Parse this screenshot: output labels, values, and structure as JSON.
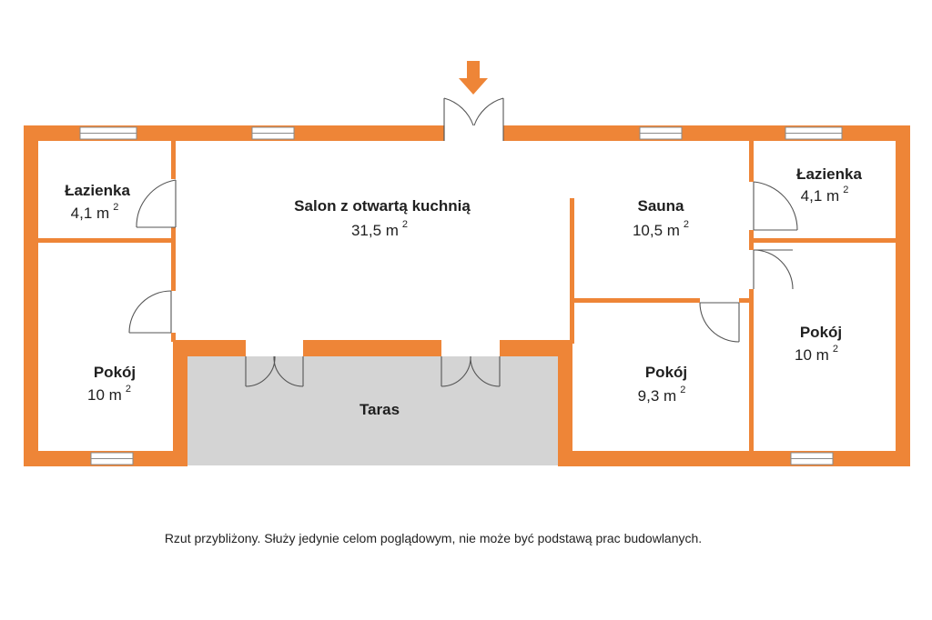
{
  "colors": {
    "wall": "#EE8537",
    "terrace": "#D4D4D4",
    "door_line": "#555555",
    "text": "#1F1F1F"
  },
  "rooms": {
    "bath_left": {
      "name": "Łazienka",
      "area": "4,1 m",
      "unit_exp": "2"
    },
    "salon": {
      "name": "Salon z otwartą kuchnią",
      "area": "31,5 m",
      "unit_exp": "2"
    },
    "sauna": {
      "name": "Sauna",
      "area": "10,5 m",
      "unit_exp": "2"
    },
    "bath_right": {
      "name": "Łazienka",
      "area": "4,1 m",
      "unit_exp": "2"
    },
    "room_left": {
      "name": "Pokój",
      "area": "10 m",
      "unit_exp": "2"
    },
    "room_mid": {
      "name": "Pokój",
      "area": "9,3 m",
      "unit_exp": "2"
    },
    "room_right": {
      "name": "Pokój",
      "area": "10 m",
      "unit_exp": "2"
    },
    "terrace": {
      "name": "Taras"
    }
  },
  "entrance_icon": "arrow-down-icon",
  "caption": "Rzut przybliżony. Służy jedynie celom poglądowym, nie może być podstawą prac budowlanych."
}
